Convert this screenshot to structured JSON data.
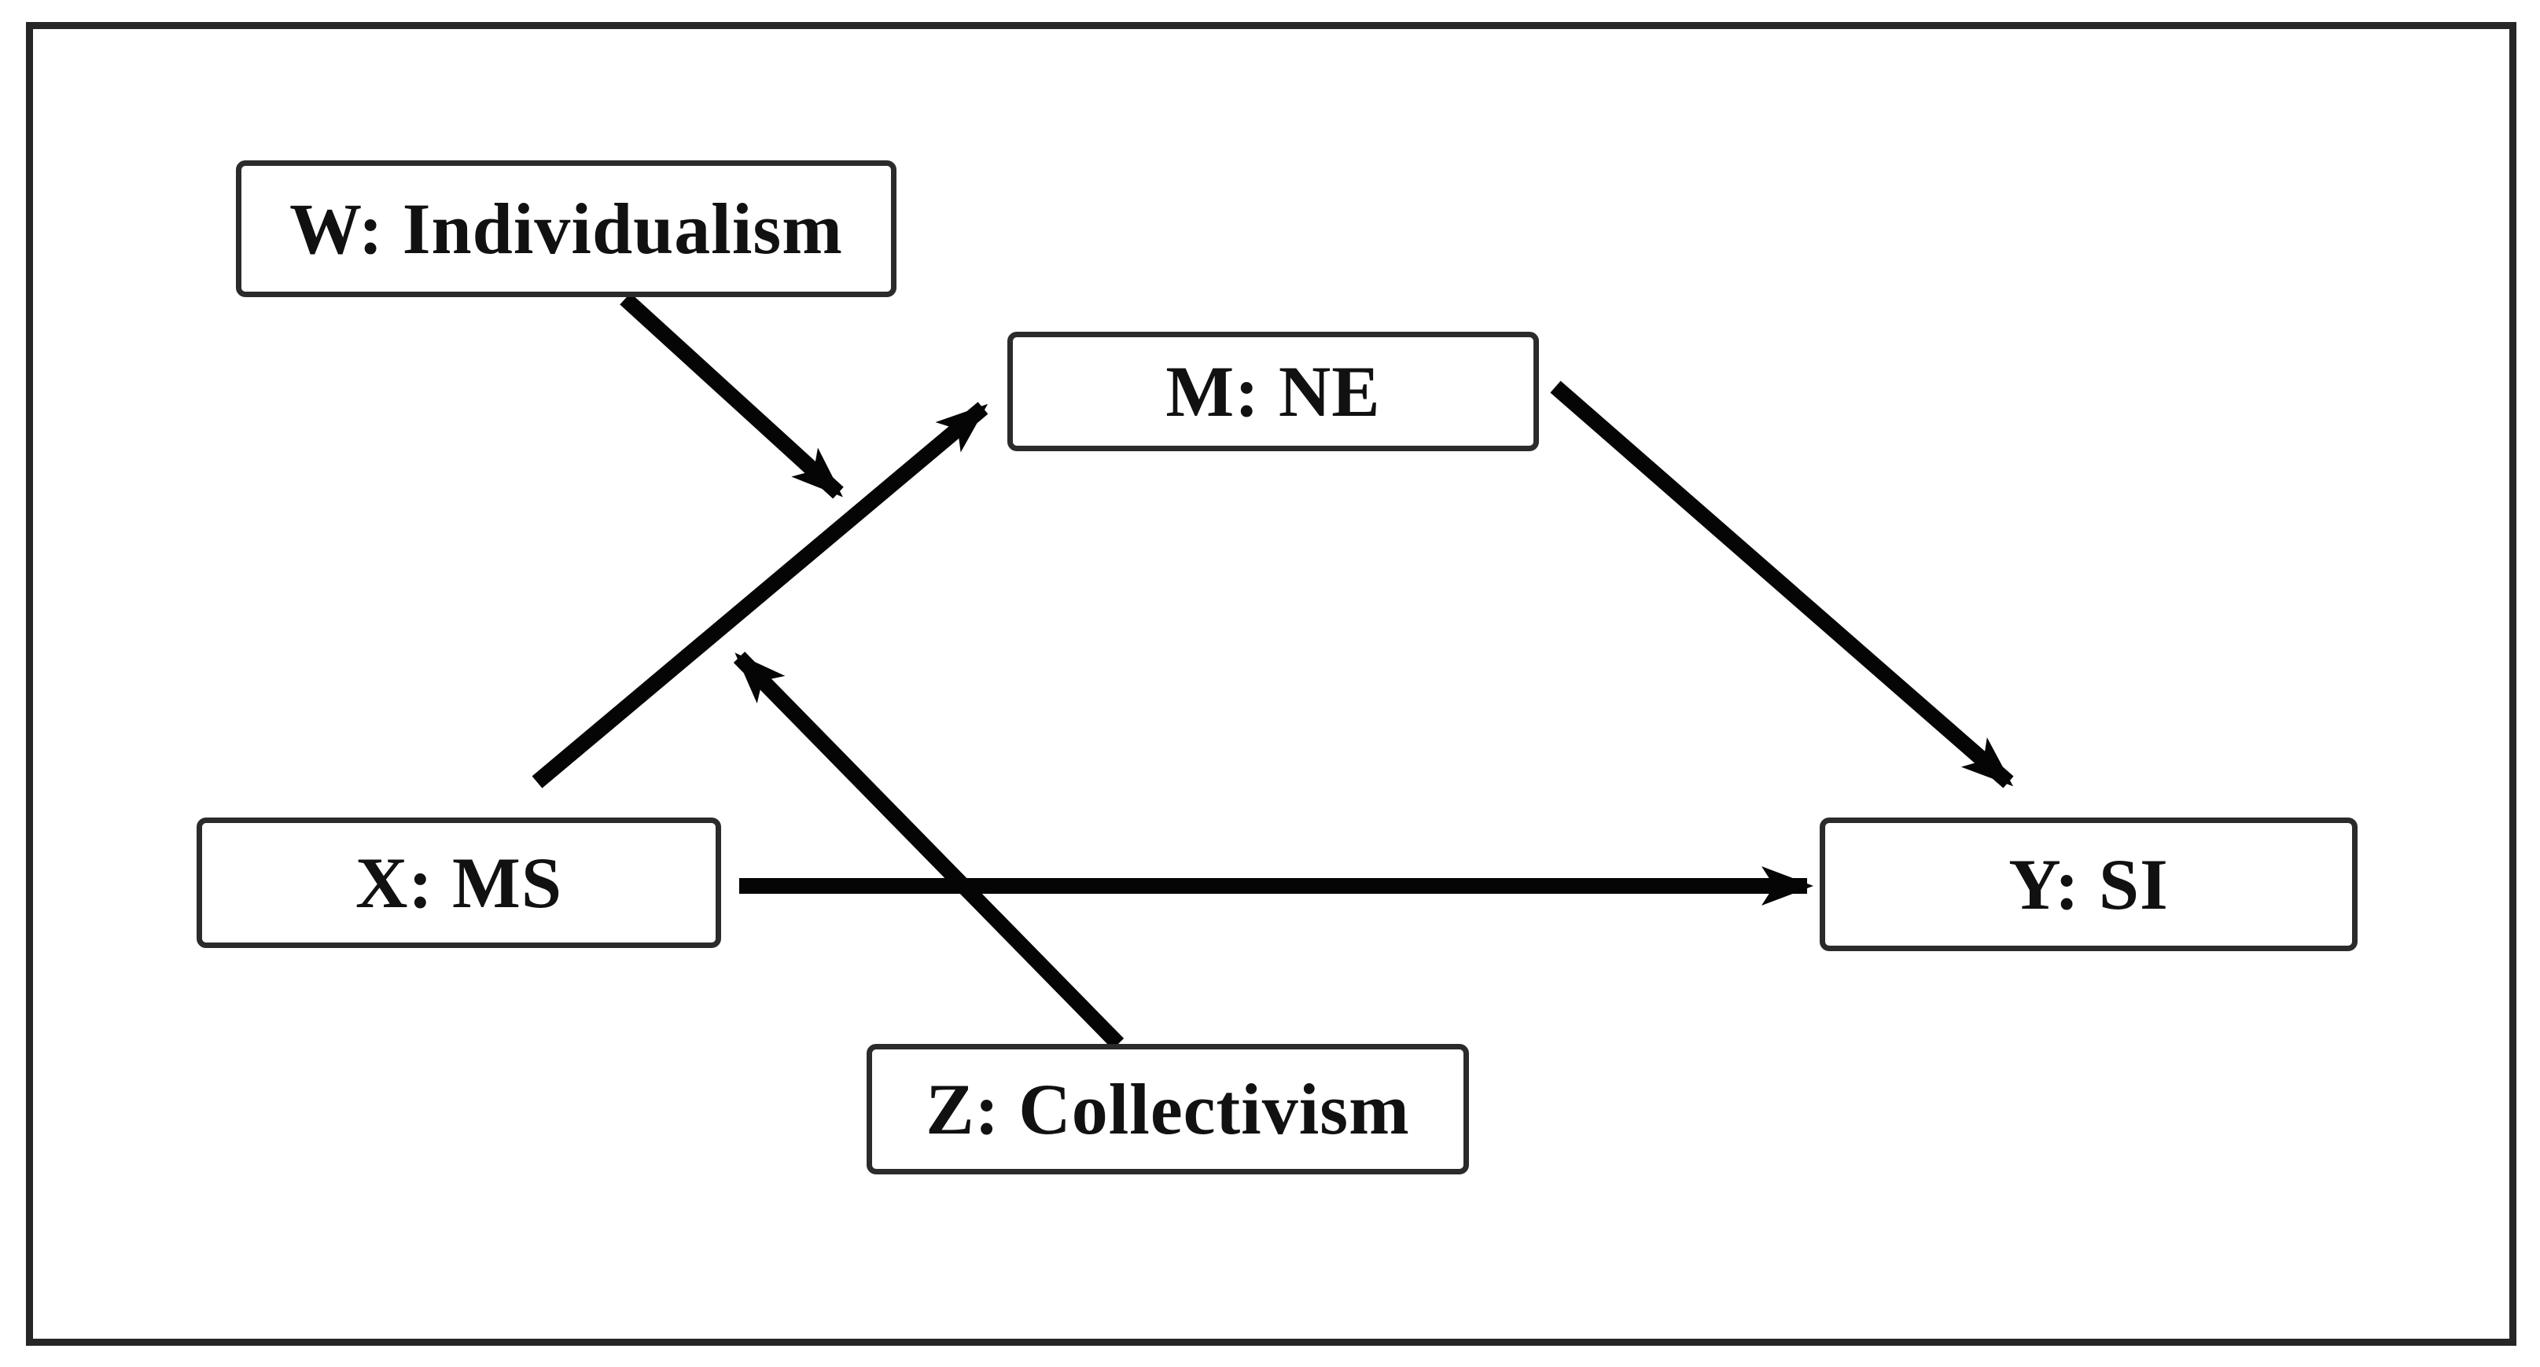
{
  "figure": {
    "background_color": "#ffffff",
    "frame_border_color": "#262626",
    "node_border_color": "#2b2b2b",
    "arrow_color": "#050505",
    "text_color": "#111111",
    "nodes": {
      "w": {
        "label": "W: Individualism"
      },
      "m": {
        "label": "M: NE"
      },
      "x": {
        "label": "X: MS"
      },
      "y": {
        "label": "Y: SI"
      },
      "z": {
        "label": "Z: Collectivism"
      }
    },
    "edges": [
      {
        "from": "X: MS",
        "to": "M: NE"
      },
      {
        "from": "M: NE",
        "to": "Y: SI"
      },
      {
        "from": "X: MS",
        "to": "Y: SI"
      },
      {
        "from": "W: Individualism",
        "to": "X: MS → M: NE path"
      },
      {
        "from": "Z: Collectivism",
        "to": "X: MS → M: NE path"
      }
    ]
  }
}
